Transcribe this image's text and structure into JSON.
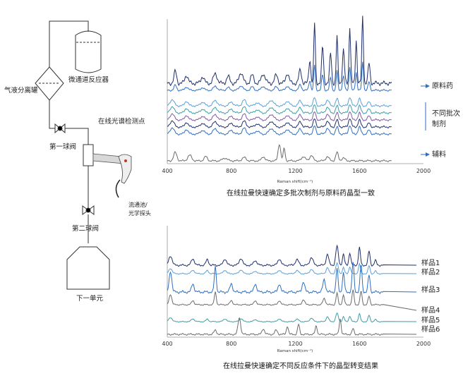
{
  "flow": {
    "separator": "气液分离罐",
    "reactor": "微通道反应器",
    "detection_point": "在线光谱检测点",
    "valve1": "第一球阀",
    "probe_line1": "流通池/",
    "probe_line2": "光学探头",
    "valve2": "第二球阀",
    "next_unit": "下一单元"
  },
  "colors": {
    "dark_navy": "#1f2f6b",
    "blue": "#2f6fc0",
    "light_blue": "#5aa0d8",
    "teal": "#3d9ea6",
    "purple": "#7f5aa0",
    "gray": "#6c6c6c",
    "arrow": "#2f6fc0"
  },
  "chart_data": [
    {
      "type": "line",
      "title": "在线拉曼快速确定多批次制剂与原料药晶型一致",
      "xlabel": "Raman shift(cm⁻¹)",
      "xlim": [
        400,
        2000
      ],
      "xticks": [
        "400",
        "800",
        "1200",
        "1600",
        "2000"
      ],
      "labels": {
        "api": "原料药",
        "batches_line1": "不同批次",
        "batches_line2": "制剂",
        "excipient": "辅料"
      },
      "series": [
        {
          "values_ref": "api",
          "offset": 0.0
        },
        {
          "values_ref": "api",
          "offset": 0.06
        },
        {
          "values_ref": "batch",
          "offset": 0.14
        },
        {
          "values_ref": "batch",
          "offset": 0.2
        },
        {
          "values_ref": "batch",
          "offset": 0.26
        },
        {
          "values_ref": "batch",
          "offset": 0.32
        },
        {
          "values_ref": "batch",
          "offset": 0.38
        },
        {
          "values_ref": "excipient",
          "offset": 0.52
        }
      ]
    },
    {
      "type": "line",
      "title": "在线拉曼快速确定不同反应条件下的晶型转变结果",
      "xlabel": "Raman shift(cm⁻¹)",
      "xlim": [
        400,
        2000
      ],
      "xticks": [
        "400",
        "800",
        "1200",
        "1600",
        "2000"
      ],
      "series": [
        {
          "name": "样品1",
          "offset": 0.0
        },
        {
          "name": "样品2",
          "offset": 0.08
        },
        {
          "name": "样品3",
          "offset": 0.2
        },
        {
          "name": "样品4",
          "offset": 0.34
        },
        {
          "name": "样品5",
          "offset": 0.48
        },
        {
          "name": "样品6",
          "offset": 0.6
        }
      ]
    }
  ]
}
